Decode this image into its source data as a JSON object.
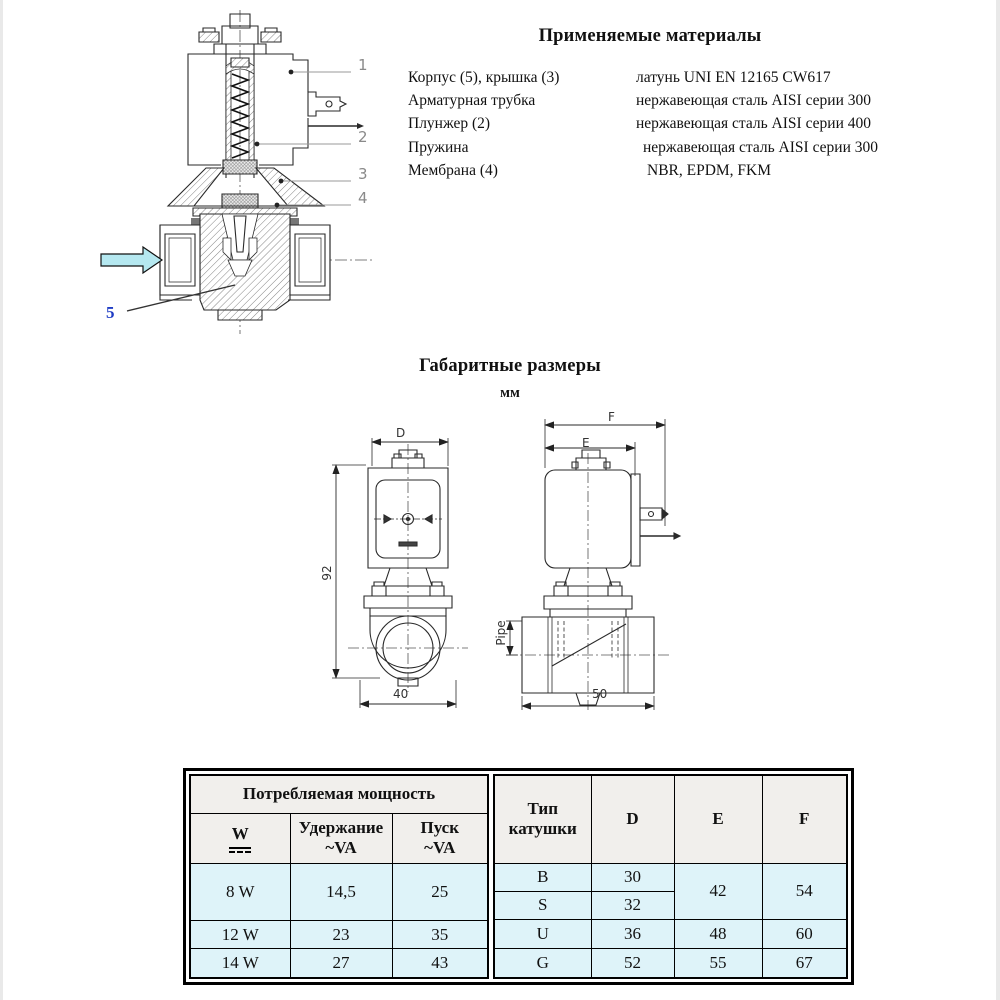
{
  "colors": {
    "table_body_bg": "#def3f9",
    "table_header_bg": "#f1efec",
    "flow_arrow_fill": "#b5e8f0",
    "callout5_color": "#1f3cc5",
    "callout_gray": "#8a8a8a"
  },
  "materials": {
    "title": "Применяемые материалы",
    "rows": [
      {
        "part": "Корпус (5), крышка (3)",
        "material": "латунь UNI EN 12165 CW617"
      },
      {
        "part": "Арматурная трубка",
        "material": "нержавеющая сталь AISI серии 300"
      },
      {
        "part": "Плунжер (2)",
        "material": "нержавеющая сталь AISI серии 400"
      },
      {
        "part": "Пружина",
        "material": "нержавеющая сталь AISI серии 300"
      },
      {
        "part": "Мембрана (4)",
        "material": "NBR, EPDM, FKM"
      }
    ]
  },
  "dimensions_section": {
    "title": "Габаритные размеры",
    "unit": "мм",
    "front_view": {
      "width_label": "D",
      "height_label": "92",
      "base_label": "40"
    },
    "side_view": {
      "overall_label": "F",
      "coil_label": "E",
      "pipe_label": "Pipe",
      "base_label": "50"
    }
  },
  "drawing": {
    "callouts": [
      "1",
      "2",
      "3",
      "4",
      "5"
    ]
  },
  "power_table": {
    "title": "Потребляемая мощность",
    "headers": {
      "w": "W",
      "hold": "Удержание",
      "hold_unit": "~VA",
      "start": "Пуск",
      "start_unit": "~VA"
    },
    "rows": [
      {
        "w": "8 W",
        "hold": "14,5",
        "start": "25"
      },
      {
        "w": "12 W",
        "hold": "23",
        "start": "35"
      },
      {
        "w": "14 W",
        "hold": "27",
        "start": "43"
      }
    ]
  },
  "coil_table": {
    "headers": {
      "type": "Тип катушки",
      "d": "D",
      "e": "E",
      "f": "F"
    },
    "rows": [
      {
        "type": "B",
        "d": "30",
        "e": "42",
        "f": "54"
      },
      {
        "type": "S",
        "d": "32"
      },
      {
        "type": "U",
        "d": "36",
        "e": "48",
        "f": "60"
      },
      {
        "type": "G",
        "d": "52",
        "e": "55",
        "f": "67"
      }
    ]
  }
}
